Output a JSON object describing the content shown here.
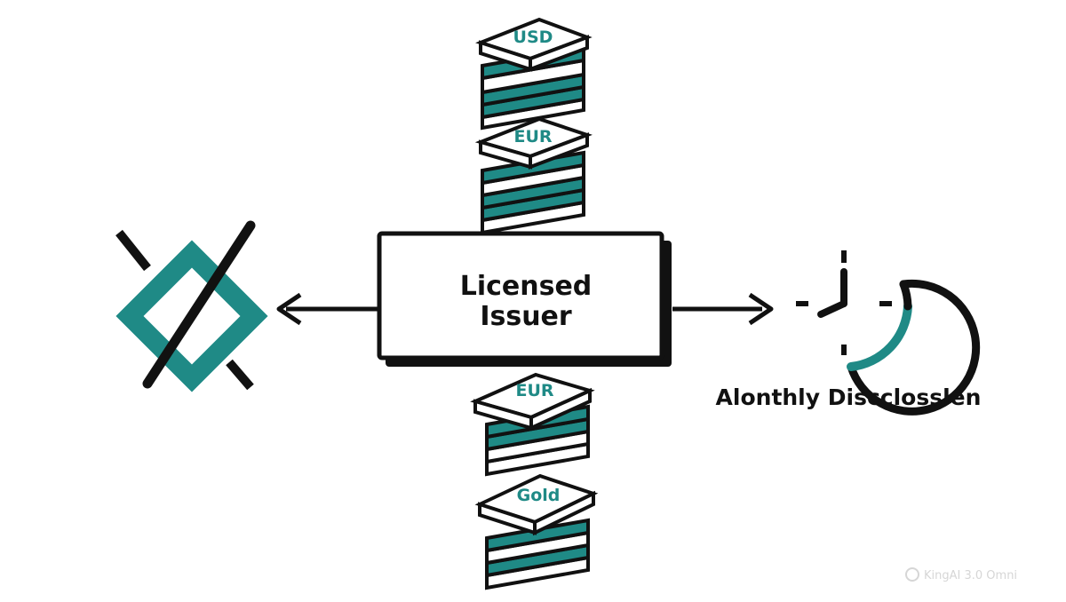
{
  "center_box": {
    "line1": "Licensed",
    "line2": "Issuer"
  },
  "stacks": [
    {
      "label": "USD"
    },
    {
      "label": "EUR"
    },
    {
      "label": "EUR"
    },
    {
      "label": "Gold"
    }
  ],
  "right_caption": "Alonthly Discclosslen",
  "watermark": "KingAI 3.0 Omni",
  "icons": {
    "left": "crossed-out-diamond-icon",
    "right": "clock-icon"
  },
  "colors": {
    "accent": "#1f8a86",
    "ink": "#111111",
    "background": "#ffffff"
  }
}
